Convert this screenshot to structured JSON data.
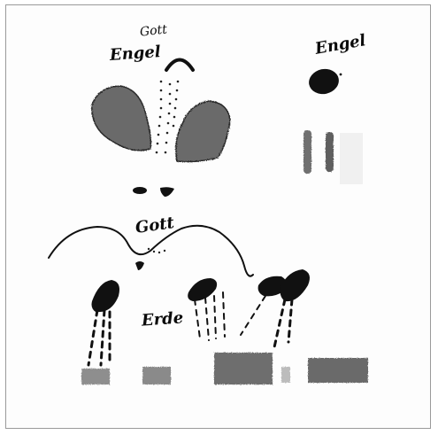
{
  "labels": {
    "gott_top": "Gott",
    "engel_left": "Engel",
    "engel_right": "Engel",
    "gott_middle": "Gott",
    "erde": "Erde"
  },
  "colors": {
    "ink": "#0b0b0b",
    "wing_fill": "#6b6b6b",
    "ground_fill": "#8e8e8e",
    "frame": "#9a9a9a"
  }
}
